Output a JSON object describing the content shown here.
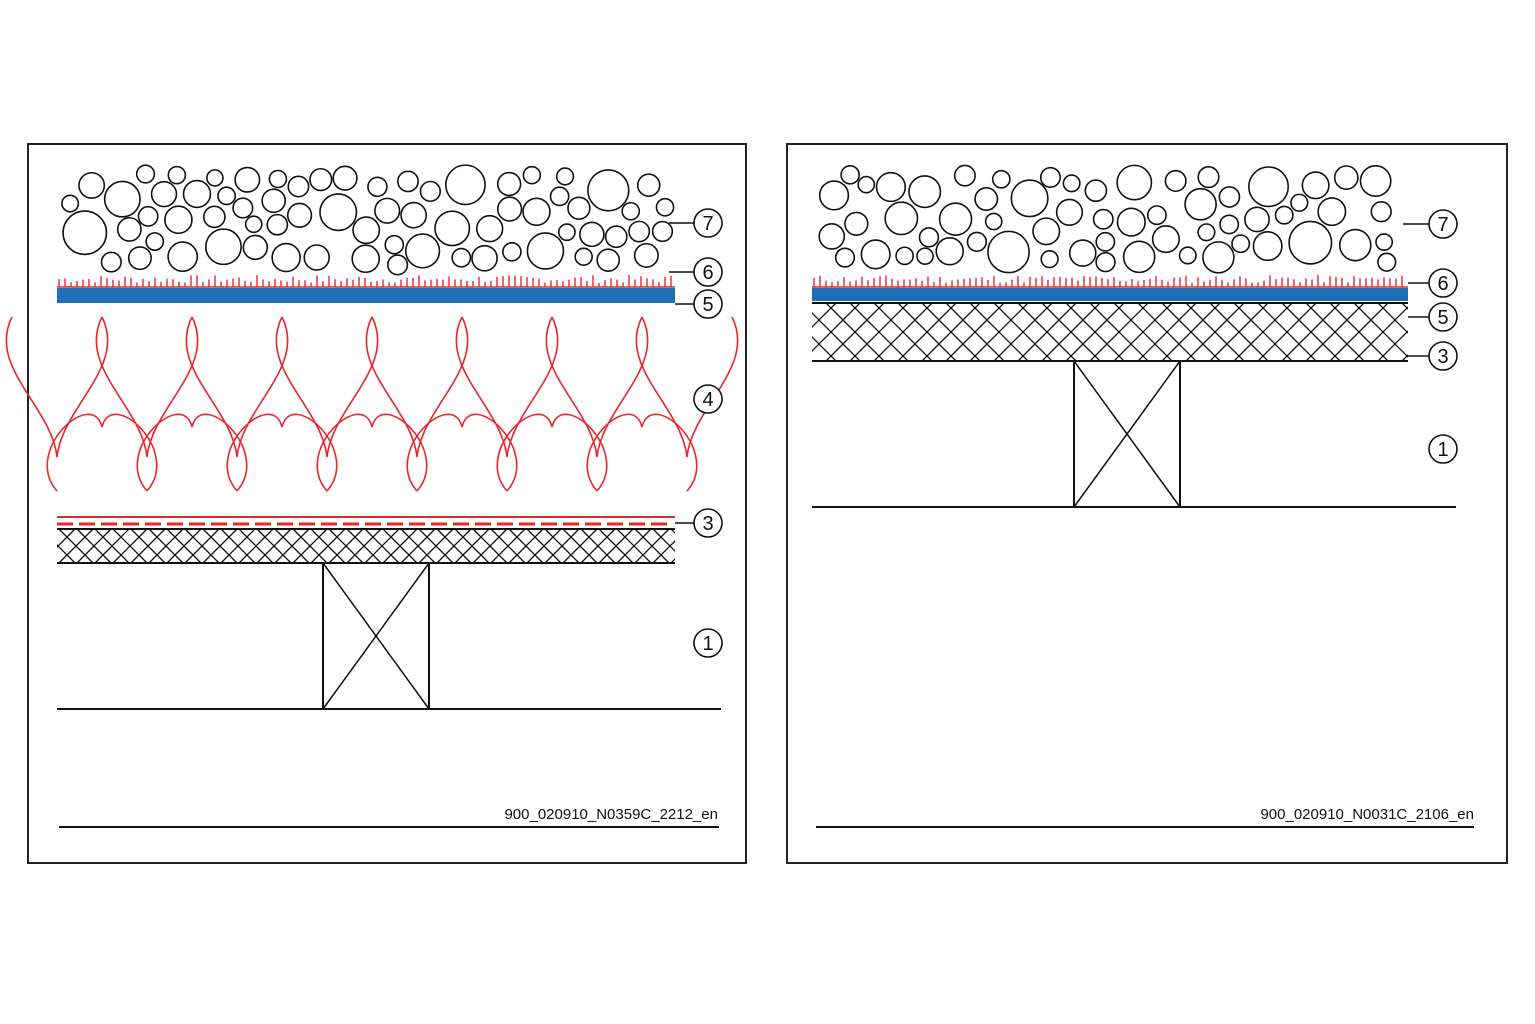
{
  "colors": {
    "line": "#111111",
    "insulation": "#e8262b",
    "membrane": "#1f6fb7",
    "background": "#ffffff"
  },
  "panels": [
    {
      "id": "left",
      "code": "900_020910_N0359C_2212_en",
      "labels": [
        "7",
        "6",
        "5",
        "4",
        "3",
        "1"
      ]
    },
    {
      "id": "right",
      "code": "900_020910_N0031C_2106_en",
      "labels": [
        "7",
        "6",
        "5",
        "3",
        "1"
      ]
    }
  ]
}
